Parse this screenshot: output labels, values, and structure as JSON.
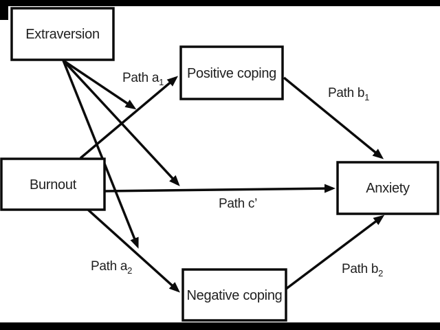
{
  "diagram": {
    "type": "moderated-mediation-path-model",
    "colors": {
      "background": "#ffffff",
      "line": "#0b0b0b",
      "text": "#1f1f1f",
      "letterbox_bar": "#000000"
    },
    "boxes": {
      "extraversion": {
        "label": "Extraversion"
      },
      "burnout": {
        "label": "Burnout"
      },
      "positive_coping": {
        "label": "Positive coping"
      },
      "negative_coping": {
        "label": "Negative coping"
      },
      "anxiety": {
        "label": "Anxiety"
      }
    },
    "path_labels": {
      "a1": {
        "text": "Path a",
        "sub": "1"
      },
      "a2": {
        "text": "Path a",
        "sub": "2"
      },
      "b1": {
        "text": "Path b",
        "sub": "1"
      },
      "b2": {
        "text": "Path b",
        "sub": "2"
      },
      "c": {
        "text": "Path c’",
        "sub": ""
      }
    },
    "edges": [
      {
        "from": "Burnout",
        "to": "Positive coping",
        "label": "Path a1"
      },
      {
        "from": "Burnout",
        "to": "Negative coping",
        "label": "Path a2"
      },
      {
        "from": "Burnout",
        "to": "Anxiety",
        "label": "Path c’"
      },
      {
        "from": "Positive coping",
        "to": "Anxiety",
        "label": "Path b1"
      },
      {
        "from": "Negative coping",
        "to": "Anxiety",
        "label": "Path b2"
      },
      {
        "from": "Extraversion",
        "to": "Path a1 arrow line",
        "label": ""
      },
      {
        "from": "Extraversion",
        "to": "Path c’ arrow line",
        "label": ""
      },
      {
        "from": "Extraversion",
        "to": "Path a2 arrow line",
        "label": ""
      }
    ]
  }
}
